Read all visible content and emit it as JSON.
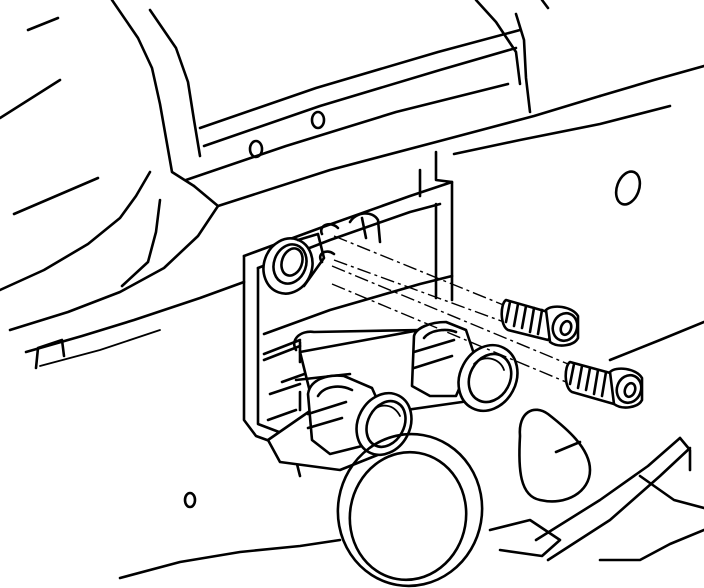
{
  "figure": {
    "stroke_color": "#000000",
    "background_color": "#ffffff",
    "parts": [
      "housing",
      "mounting-plate-opening",
      "fitting-port",
      "tube-upper",
      "tube-lower",
      "bolt-upper",
      "bolt-lower",
      "lower-bore"
    ]
  }
}
